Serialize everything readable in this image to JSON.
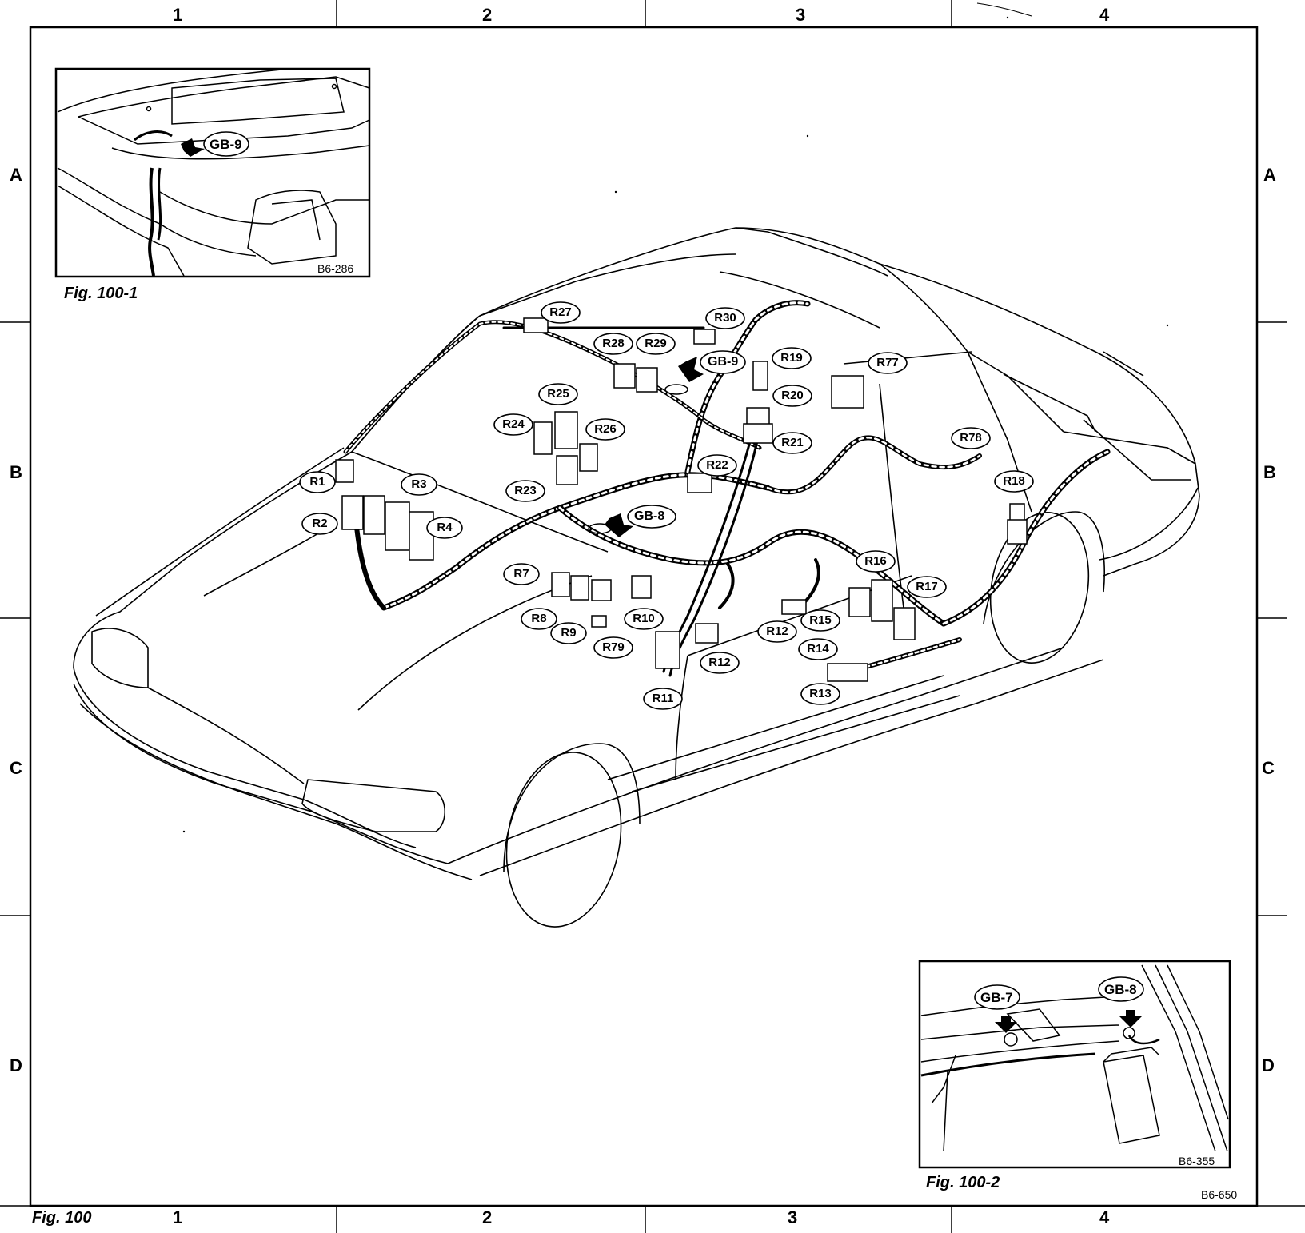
{
  "grid": {
    "columns": [
      "1",
      "2",
      "3",
      "4"
    ],
    "rows": [
      "A",
      "B",
      "C",
      "D"
    ]
  },
  "figure": {
    "caption": "Fig. 100",
    "code": "B6-650"
  },
  "inset_top": {
    "caption": "Fig. 100-1",
    "code": "B6-286",
    "labels": [
      "GB-9"
    ]
  },
  "inset_bottom": {
    "caption": "Fig. 100-2",
    "code": "B6-355",
    "labels": [
      "GB-7",
      "GB-8"
    ]
  },
  "connectors": [
    "R1",
    "R2",
    "R3",
    "R4",
    "R7",
    "R8",
    "R9",
    "R10",
    "R11",
    "R12",
    "R12",
    "R13",
    "R14",
    "R15",
    "R16",
    "R17",
    "R18",
    "R19",
    "R20",
    "R21",
    "R22",
    "R23",
    "R24",
    "R25",
    "R26",
    "R27",
    "R28",
    "R29",
    "R30",
    "R77",
    "R78",
    "R79"
  ],
  "grounds": [
    "GB-9",
    "GB-8"
  ]
}
